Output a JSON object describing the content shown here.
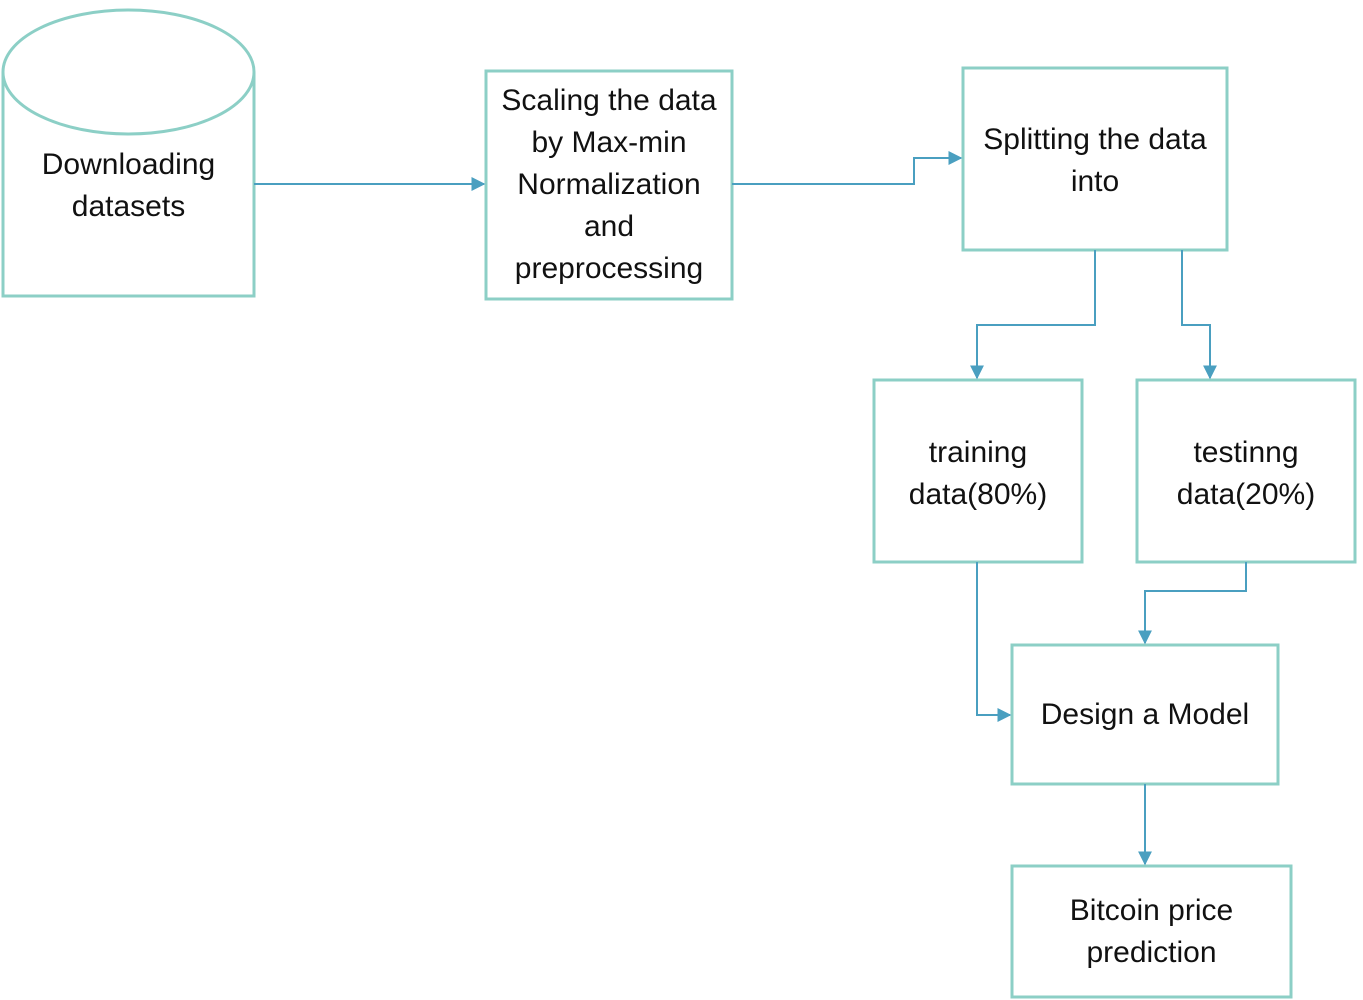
{
  "diagram": {
    "colors": {
      "stroke": "#8ccfc6",
      "arrow": "#4a9fc0",
      "text": "#111111",
      "background": "#ffffff"
    },
    "nodes": {
      "download": {
        "label": "Downloading\ndatasets",
        "shape": "cylinder"
      },
      "scaling": {
        "label": "Scaling the data\nby Max-min\nNormalization\nand\npreprocessing",
        "shape": "rectangle"
      },
      "splitting": {
        "label": "Splitting the data\ninto",
        "shape": "rectangle"
      },
      "training": {
        "label": "training\ndata(80%)",
        "shape": "rectangle"
      },
      "testing": {
        "label": "testinng\ndata(20%)",
        "shape": "rectangle"
      },
      "design": {
        "label": "Design a Model",
        "shape": "rectangle"
      },
      "prediction": {
        "label": "Bitcoin price\nprediction",
        "shape": "rectangle"
      }
    },
    "edges": [
      {
        "from": "download",
        "to": "scaling"
      },
      {
        "from": "scaling",
        "to": "splitting"
      },
      {
        "from": "splitting",
        "to": "training"
      },
      {
        "from": "splitting",
        "to": "testing"
      },
      {
        "from": "training",
        "to": "design"
      },
      {
        "from": "testing",
        "to": "design"
      },
      {
        "from": "design",
        "to": "prediction"
      }
    ]
  }
}
